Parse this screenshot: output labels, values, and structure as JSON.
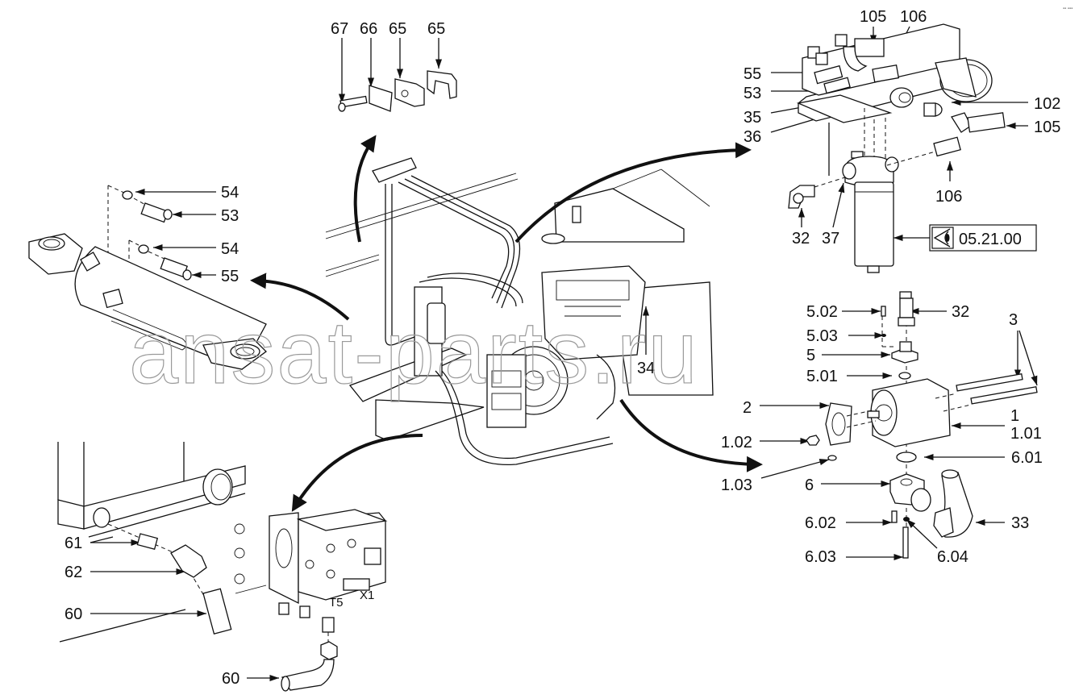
{
  "diagram": {
    "type": "exploded-parts-diagram",
    "watermark": "ansat-parts.ru",
    "corner_mark": "▪▪ ▪▪▪",
    "groups": [
      {
        "name": "clamp-group",
        "labels": [
          "67",
          "66",
          "65",
          "65"
        ]
      },
      {
        "name": "filter-manifold-group",
        "labels": [
          "105",
          "106",
          "55",
          "53",
          "35",
          "36",
          "102",
          "105",
          "106",
          "32",
          "37"
        ],
        "reference": {
          "icon": "eye-view-icon",
          "text": "05.21.00"
        }
      },
      {
        "name": "cylinder-group",
        "labels": [
          "54",
          "53",
          "54",
          "55"
        ]
      },
      {
        "name": "engine-assembly",
        "labels": [
          "34"
        ]
      },
      {
        "name": "pump-group",
        "labels": [
          "5.02",
          "32",
          "5.03",
          "5",
          "5.01",
          "3",
          "2",
          "1",
          "1.01",
          "1.02",
          "1.03",
          "6.01",
          "6",
          "33",
          "6.02",
          "6.04",
          "6.03"
        ]
      },
      {
        "name": "cooler-valve-group",
        "labels": [
          "61",
          "62",
          "60",
          "60"
        ],
        "port_labels": [
          "T5",
          "X1"
        ]
      }
    ]
  }
}
